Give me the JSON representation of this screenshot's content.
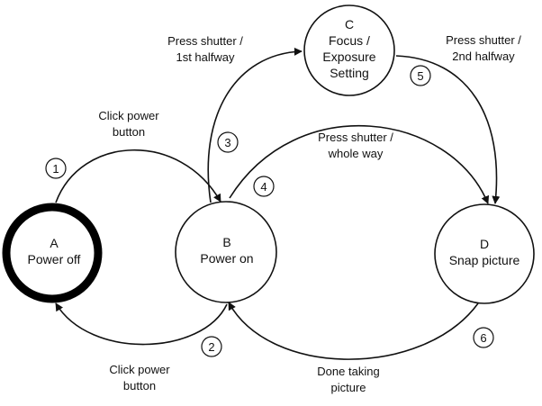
{
  "states": [
    {
      "id": "A",
      "letter": "A",
      "name": "Power off"
    },
    {
      "id": "B",
      "letter": "B",
      "name": "Power on"
    },
    {
      "id": "C",
      "letter": "C",
      "lines": [
        "Focus /",
        "Exposure",
        "Setting"
      ]
    },
    {
      "id": "D",
      "letter": "D",
      "name": "Snap picture"
    }
  ],
  "transitions": [
    {
      "step": "1",
      "from": "A",
      "to": "B",
      "label": [
        "Click power",
        "button"
      ]
    },
    {
      "step": "2",
      "from": "B",
      "to": "A",
      "label": [
        "Click power",
        "button"
      ]
    },
    {
      "step": "3",
      "from": "B",
      "to": "C",
      "label": [
        "Press shutter  /",
        "1st halfway"
      ]
    },
    {
      "step": "4",
      "from": "B",
      "to": "D",
      "label": [
        "Press shutter  /",
        "whole way"
      ]
    },
    {
      "step": "5",
      "from": "C",
      "to": "D",
      "label": [
        "Press shutter  /",
        "2nd halfway"
      ]
    },
    {
      "step": "6",
      "from": "D",
      "to": "B",
      "label": [
        "Done taking",
        "picture"
      ]
    }
  ]
}
